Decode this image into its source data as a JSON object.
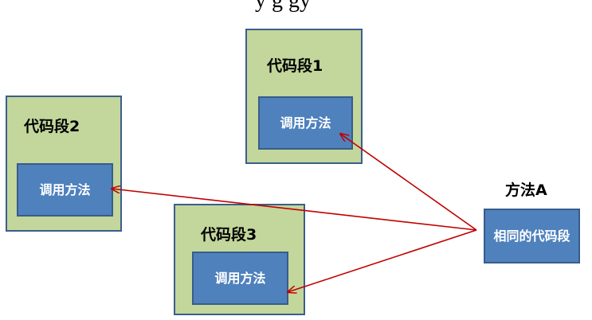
{
  "header_fragment": "y                             g            gy",
  "segments": [
    {
      "title": "代码段1",
      "call_label": "调用方法"
    },
    {
      "title": "代码段2",
      "call_label": "调用方法"
    },
    {
      "title": "代码段3",
      "call_label": "调用方法"
    }
  ],
  "method": {
    "title": "方法A",
    "body_label": "相同的代码段"
  },
  "colors": {
    "segment_fill": "#c3d69b",
    "segment_border": "#3b5e8c",
    "box_fill": "#4f81bd",
    "arrow": "#c00000"
  }
}
